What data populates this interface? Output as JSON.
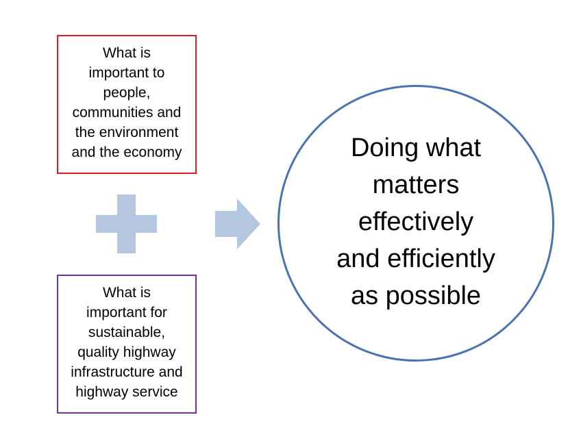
{
  "diagram": {
    "top_box": {
      "text": "What is\nimportant to\npeople,\ncommunities and\nthe environment\nand the economy"
    },
    "bottom_box": {
      "text": "What is\nimportant for\nsustainable,\nquality highway\ninfrastructure and\nhighway service"
    },
    "plus": {
      "icon": "plus-icon"
    },
    "arrow": {
      "icon": "arrow-right-icon"
    },
    "outcome": {
      "text": "Doing what\nmatters\neffectively\nand efficiently\nas possible"
    },
    "colors": {
      "top_box_border": "#e3181b",
      "bottom_box_border": "#7030a0",
      "circle_border": "#4a72b0",
      "shape_fill": "#b4c6e0"
    }
  }
}
